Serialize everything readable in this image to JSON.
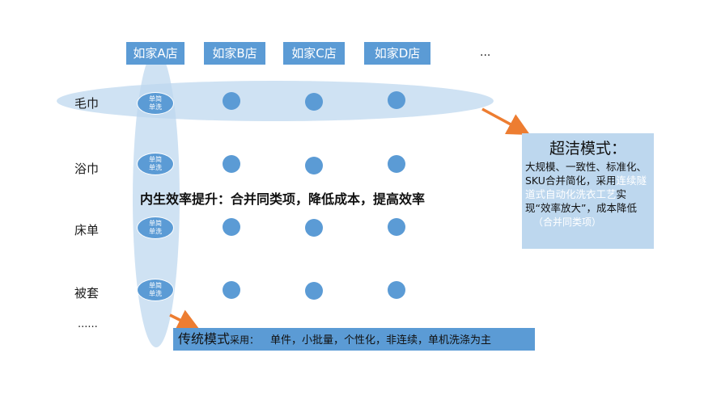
{
  "stores": [
    "如家A店",
    "如家B店",
    "如家C店",
    "如家D店"
  ],
  "stores_more": "...",
  "rows": [
    "毛巾",
    "浴巾",
    "床单",
    "被套"
  ],
  "rows_more": "......",
  "pill": {
    "line1": "单简",
    "line2": "单洗"
  },
  "center_text": "内生效率提升：合并同类项，降低成本，提高效率",
  "callout": {
    "title": "超洁模式：",
    "body_part1": "大规模、一致性、标准化、SKU合并简化，采用",
    "body_highlight": "连续隧道式自动化洗衣工艺",
    "body_part2": "实现“效率放大”，成本降低",
    "sub": "（合并同类项）"
  },
  "bottom": {
    "t1": "传统模式",
    "t2": "采用：",
    "t3": "单件，小批量，个性化，非连续，单机洗涤为主"
  },
  "colors": {
    "accent": "#5b9bd5",
    "ellipse": "#bdd7ee",
    "arrow": "#ed7d31"
  }
}
